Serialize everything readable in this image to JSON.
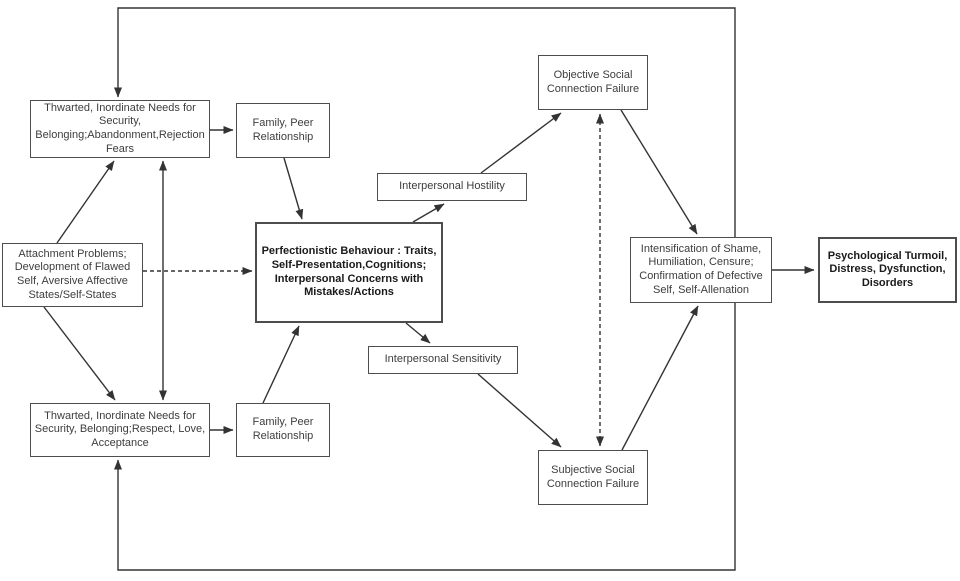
{
  "colors": {
    "background": "#ffffff",
    "box_fill": "#ffffff",
    "box_border": "#4d4d4d",
    "text": "#3d3d3d",
    "bold_text": "#1a1a1a",
    "line": "#333333"
  },
  "boxes": [
    {
      "name": "thwarted-needs-abandonment",
      "label": "Thwarted, Inordinate Needs for\nSecurity,\nBelonging;Abandonment,Rejection\nFears",
      "emphasis": "normal"
    },
    {
      "name": "family-peer-relationship-top",
      "label": "Family, Peer\nRelationship",
      "emphasis": "normal"
    },
    {
      "name": "objective-social-connection-failure",
      "label": "Objective Social\nConnection Failure",
      "emphasis": "normal"
    },
    {
      "name": "interpersonal-hostility",
      "label": "Interpersonal Hostility",
      "emphasis": "normal"
    },
    {
      "name": "attachment-problems",
      "label": "Attachment Problems;\nDevelopment of Flawed\nSelf, Aversive Affective\nStates/Self-States",
      "emphasis": "normal"
    },
    {
      "name": "perfectionistic-behaviour",
      "label": "Perfectionistic Behaviour : Traits,\nSelf-Presentation,Cognitions;\nInterpersonal Concerns with\nMistakes/Actions",
      "emphasis": "bold"
    },
    {
      "name": "intensification-of-shame",
      "label": "Intensification of Shame,\nHumiliation, Censure;\nConfirmation of Defective\nSelf, Self-Allenation",
      "emphasis": "normal"
    },
    {
      "name": "psychological-turmoil",
      "label": "Psychological Turmoil,\nDistress, Dysfunction,\nDisorders",
      "emphasis": "bold"
    },
    {
      "name": "interpersonal-sensitivity",
      "label": "Interpersonal Sensitivity",
      "emphasis": "normal"
    },
    {
      "name": "thwarted-needs-respect",
      "label": "Thwarted, Inordinate Needs for\nSecurity, Belonging;Respect, Love,\nAcceptance",
      "emphasis": "normal"
    },
    {
      "name": "family-peer-relationship-bottom",
      "label": "Family, Peer\nRelationship",
      "emphasis": "normal"
    },
    {
      "name": "subjective-social-connection-failure",
      "label": "Subjective Social\nConnection Failure",
      "emphasis": "normal"
    }
  ],
  "connectors": [
    {
      "from": "intensification-of-shame",
      "to": "thwarted-needs-abandonment",
      "style": "solid",
      "route": "top-feedback-loop"
    },
    {
      "from": "intensification-of-shame",
      "to": "thwarted-needs-respect",
      "style": "solid",
      "route": "bottom-feedback-loop"
    },
    {
      "from": "attachment-problems",
      "to": "thwarted-needs-abandonment",
      "style": "solid"
    },
    {
      "from": "attachment-problems",
      "to": "thwarted-needs-respect",
      "style": "solid"
    },
    {
      "from": "thwarted-needs-abandonment",
      "to": "thwarted-needs-respect",
      "style": "solid",
      "bidirectional": true
    },
    {
      "from": "thwarted-needs-abandonment",
      "to": "family-peer-relationship-top",
      "style": "solid"
    },
    {
      "from": "thwarted-needs-respect",
      "to": "family-peer-relationship-bottom",
      "style": "solid"
    },
    {
      "from": "family-peer-relationship-top",
      "to": "perfectionistic-behaviour",
      "style": "solid"
    },
    {
      "from": "family-peer-relationship-bottom",
      "to": "perfectionistic-behaviour",
      "style": "solid"
    },
    {
      "from": "attachment-problems",
      "to": "perfectionistic-behaviour",
      "style": "dashed"
    },
    {
      "from": "perfectionistic-behaviour",
      "to": "interpersonal-hostility",
      "style": "solid"
    },
    {
      "from": "interpersonal-hostility",
      "to": "objective-social-connection-failure",
      "style": "solid"
    },
    {
      "from": "perfectionistic-behaviour",
      "to": "interpersonal-sensitivity",
      "style": "solid"
    },
    {
      "from": "interpersonal-sensitivity",
      "to": "subjective-social-connection-failure",
      "style": "solid"
    },
    {
      "from": "objective-social-connection-failure",
      "to": "intensification-of-shame",
      "style": "solid"
    },
    {
      "from": "subjective-social-connection-failure",
      "to": "intensification-of-shame",
      "style": "solid"
    },
    {
      "from": "objective-social-connection-failure",
      "to": "subjective-social-connection-failure",
      "style": "dashed",
      "bidirectional": true
    },
    {
      "from": "intensification-of-shame",
      "to": "psychological-turmoil",
      "style": "solid"
    }
  ]
}
